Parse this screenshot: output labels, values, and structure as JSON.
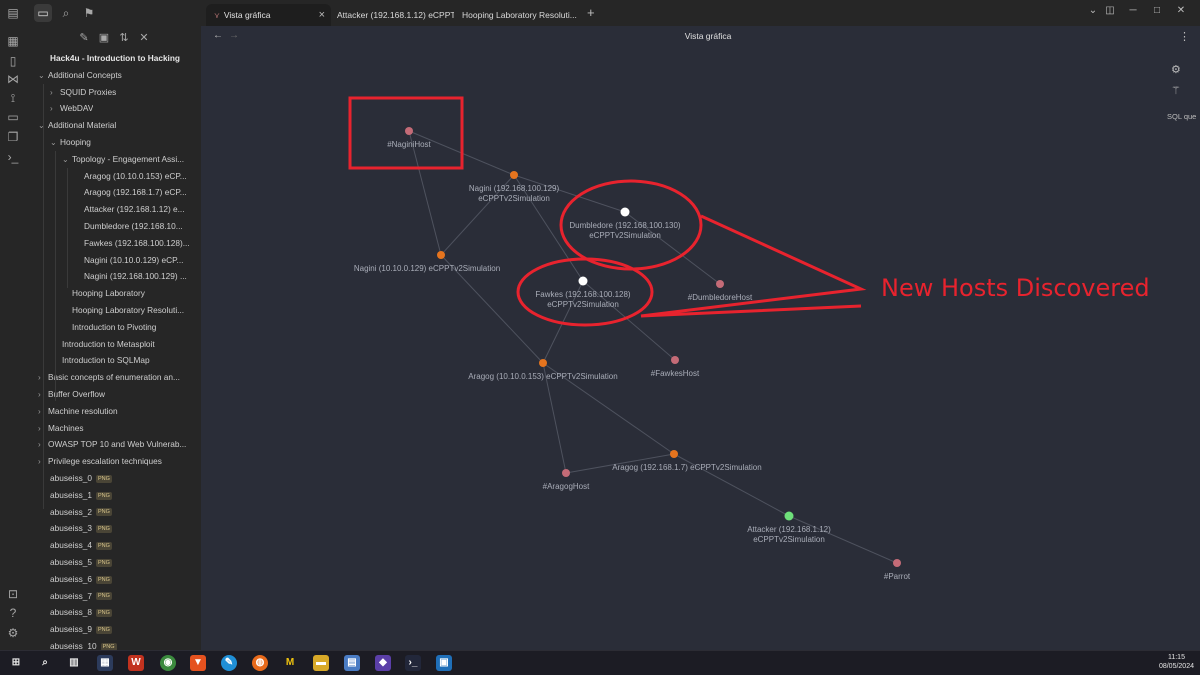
{
  "tabs": [
    {
      "label": "Vista gráfica",
      "active": true
    },
    {
      "label": "Attacker (192.168.1.12) eCPPT...",
      "active": false
    },
    {
      "label": "Hooping Laboratory Resoluti...",
      "active": false
    }
  ],
  "tab_add": "+",
  "view_title": "Vista gráfica",
  "sql_label": "SQL que",
  "annotation": "New Hosts Discovered",
  "tree": {
    "vault": "Hack4u - Introduction to Hacking",
    "items": [
      {
        "label": "Additional Concepts",
        "chev": "v"
      },
      {
        "label": "SQUID Proxies",
        "chev": ">"
      },
      {
        "label": "WebDAV",
        "chev": ">"
      },
      {
        "label": "Additional Material",
        "chev": "v"
      },
      {
        "label": "Hooping",
        "chev": "v"
      },
      {
        "label": "Topology - Engagement Assi...",
        "chev": "v"
      },
      {
        "label": "Aragog (10.10.0.153) eCP...",
        "chev": ""
      },
      {
        "label": "Aragog (192.168.1.7) eCP...",
        "chev": ""
      },
      {
        "label": "Attacker (192.168.1.12) e...",
        "chev": ""
      },
      {
        "label": "Dumbledore (192.168.10...",
        "chev": ""
      },
      {
        "label": "Fawkes (192.168.100.128)...",
        "chev": ""
      },
      {
        "label": "Nagini (10.10.0.129) eCP...",
        "chev": ""
      },
      {
        "label": "Nagini (192.168.100.129) ...",
        "chev": ""
      },
      {
        "label": "Hooping Laboratory",
        "chev": ""
      },
      {
        "label": "Hooping Laboratory Resoluti...",
        "chev": ""
      },
      {
        "label": "Introduction to Pivoting",
        "chev": ""
      },
      {
        "label": "Introduction to Metasploit",
        "chev": ""
      },
      {
        "label": "Introduction to SQLMap",
        "chev": ""
      },
      {
        "label": "Basic concepts of enumeration an...",
        "chev": ">"
      },
      {
        "label": "Buffer Overflow",
        "chev": ">"
      },
      {
        "label": "Machine resolution",
        "chev": ">"
      },
      {
        "label": "Machines",
        "chev": ">"
      },
      {
        "label": "OWASP TOP 10 and Web Vulnerab...",
        "chev": ">"
      },
      {
        "label": "Privilege escalation techniques",
        "chev": ">"
      },
      {
        "label": "abuseiss_0",
        "chev": "",
        "badge": "PNG"
      },
      {
        "label": "abuseiss_1",
        "chev": "",
        "badge": "PNG"
      },
      {
        "label": "abuseiss_2",
        "chev": "",
        "badge": "PNG"
      },
      {
        "label": "abuseiss_3",
        "chev": "",
        "badge": "PNG"
      },
      {
        "label": "abuseiss_4",
        "chev": "",
        "badge": "PNG"
      },
      {
        "label": "abuseiss_5",
        "chev": "",
        "badge": "PNG"
      },
      {
        "label": "abuseiss_6",
        "chev": "",
        "badge": "PNG"
      },
      {
        "label": "abuseiss_7",
        "chev": "",
        "badge": "PNG"
      },
      {
        "label": "abuseiss_8",
        "chev": "",
        "badge": "PNG"
      },
      {
        "label": "abuseiss_9",
        "chev": "",
        "badge": "PNG"
      },
      {
        "label": "abuseiss_10",
        "chev": "",
        "badge": "PNG"
      }
    ]
  },
  "graph": {
    "colors": {
      "tag": "#c46b77",
      "note": "#e5741e",
      "new": "#ffffff",
      "attacker": "#6ee07a",
      "edge": "#4e525e",
      "highlight": "#e8232e"
    },
    "nodes": [
      {
        "id": "naginihost",
        "label": "#NaginiHost",
        "kind": "tag"
      },
      {
        "id": "nagini192",
        "label": "Nagini (192.168.100.129) eCPPTv2Simulation",
        "kind": "note"
      },
      {
        "id": "dumbledore",
        "label": "Dumbledore (192.168.100.130) eCPPTv2Simulation",
        "kind": "new"
      },
      {
        "id": "nagini10",
        "label": "Nagini (10.10.0.129) eCPPTv2Simulation",
        "kind": "note"
      },
      {
        "id": "fawkes",
        "label": "Fawkes (192.168.100.128) eCPPTv2Simulation",
        "kind": "new"
      },
      {
        "id": "dumbledorehost",
        "label": "#DumbledoreHost",
        "kind": "tag"
      },
      {
        "id": "fawkeshost",
        "label": "#FawkesHost",
        "kind": "tag"
      },
      {
        "id": "aragog10",
        "label": "Aragog (10.10.0.153) eCPPTv2Simulation",
        "kind": "note"
      },
      {
        "id": "aragog192",
        "label": "Aragog (192.168.1.7) eCPPTv2Simulation",
        "kind": "note"
      },
      {
        "id": "aragoghost",
        "label": "#AragogHost",
        "kind": "tag"
      },
      {
        "id": "attacker",
        "label": "Attacker (192.168.1.12) eCPPTv2Simulation",
        "kind": "attacker"
      },
      {
        "id": "parrot",
        "label": "#Parrot",
        "kind": "tag"
      }
    ],
    "edges": [
      [
        "naginihost",
        "nagini192"
      ],
      [
        "naginihost",
        "nagini10"
      ],
      [
        "nagini192",
        "nagini10"
      ],
      [
        "nagini192",
        "dumbledore"
      ],
      [
        "nagini192",
        "fawkes"
      ],
      [
        "dumbledore",
        "dumbledorehost"
      ],
      [
        "fawkes",
        "fawkeshost"
      ],
      [
        "nagini10",
        "aragog10"
      ],
      [
        "fawkes",
        "aragog10"
      ],
      [
        "aragog10",
        "aragoghost"
      ],
      [
        "aragog10",
        "aragog192"
      ],
      [
        "aragog192",
        "aragoghost"
      ],
      [
        "aragog192",
        "attacker"
      ],
      [
        "attacker",
        "parrot"
      ]
    ]
  },
  "clock": {
    "time": "11:15",
    "date": "08/05/2024"
  }
}
